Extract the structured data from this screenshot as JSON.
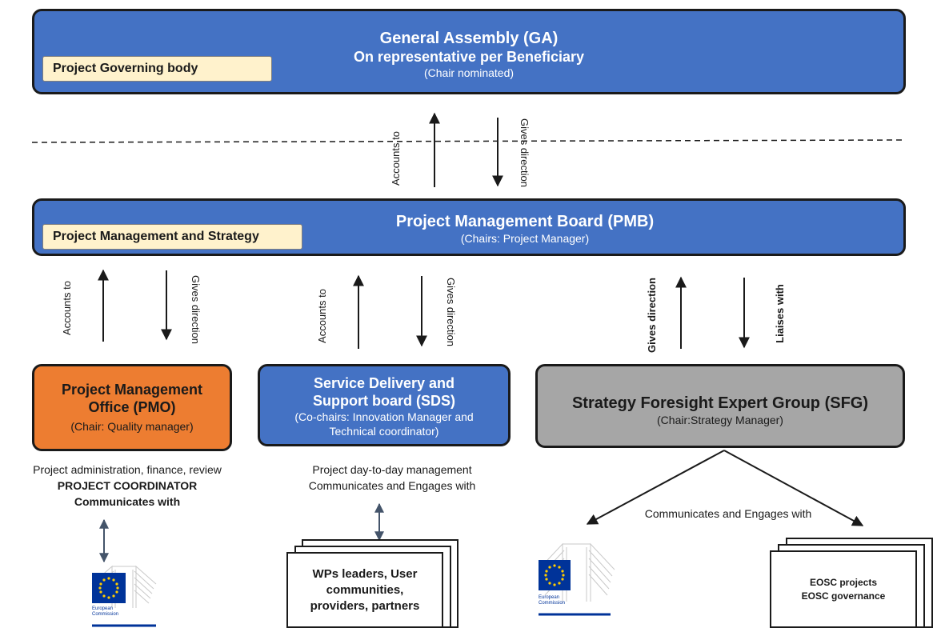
{
  "ga": {
    "title": "General Assembly (GA)",
    "subtitle": "On representative per Beneficiary",
    "chair": "(Chair nominated)",
    "tag": "Project Governing body"
  },
  "pmb": {
    "title": "Project Management Board (PMB)",
    "chair": "(Chairs: Project Manager)",
    "tag": "Project Management and Strategy"
  },
  "pmo": {
    "title_line1": "Project Management",
    "title_line2": "Office (PMO)",
    "chair": "(Chair: Quality manager)"
  },
  "sds": {
    "title_line1": "Service Delivery and",
    "title_line2": "Support board (SDS)",
    "chair_line1": "(Co-chairs: Innovation Manager and",
    "chair_line2": "Technical coordinator)"
  },
  "sfg": {
    "title": "Strategy Foresight Expert Group (SFG)",
    "chair": "(Chair:Strategy Manager)"
  },
  "labels": {
    "accounts_to": "Accounts to",
    "gives_direction": "Gives direction",
    "liaises_with": "Liaises with"
  },
  "captions": {
    "pmo_line1": "Project administration, finance, review",
    "pmo_line2": "PROJECT COORDINATOR",
    "pmo_line3": "Communicates with",
    "sds_line1": "Project day-to-day management",
    "sds_line2": "Communicates and Engages with",
    "sfg_line1": "Communicates and Engages with"
  },
  "documents": {
    "wps_line1": "WPs leaders, User",
    "wps_line2": "communities,",
    "wps_line3": "providers, partners",
    "eosc_line1": "EOSC projects",
    "eosc_line2": "EOSC governance"
  },
  "logos": {
    "ec_line1": "European",
    "ec_line2": "Commission"
  },
  "colors": {
    "blue": "#4472c4",
    "orange": "#ed7d31",
    "gray": "#a6a6a6",
    "tag": "#fff2cc",
    "eu_blue": "#003399",
    "eu_star": "#ffcc00"
  }
}
